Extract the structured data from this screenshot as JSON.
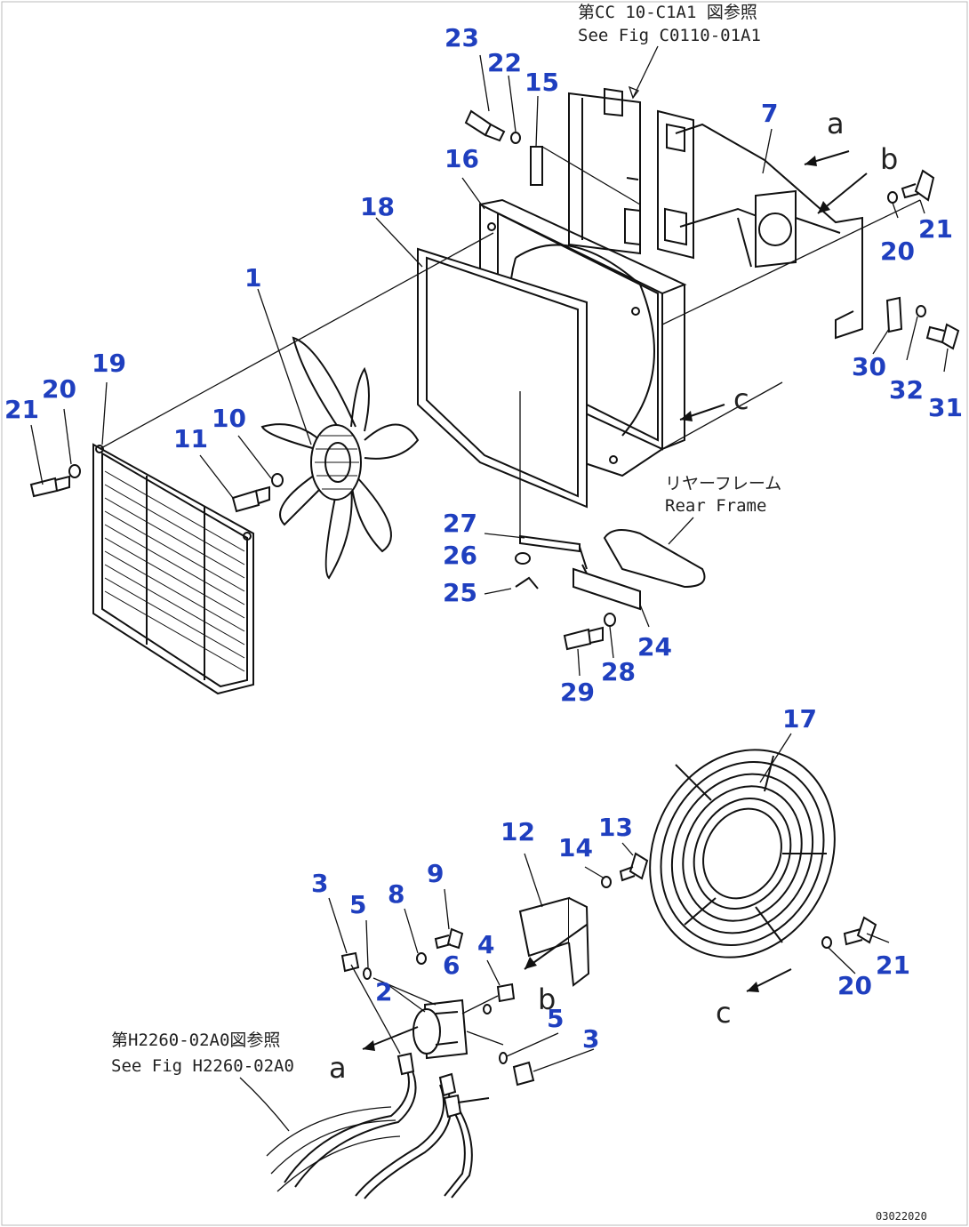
{
  "callouts": {
    "c1": "1",
    "c2": "2",
    "c3a": "3",
    "c3b": "3",
    "c4": "4",
    "c5a": "5",
    "c5b": "5",
    "c6": "6",
    "c7": "7",
    "c8": "8",
    "c9": "9",
    "c10": "10",
    "c11": "11",
    "c12": "12",
    "c13": "13",
    "c14": "14",
    "c15": "15",
    "c16": "16",
    "c17": "17",
    "c18": "18",
    "c19": "19",
    "c20a": "20",
    "c20b": "20",
    "c20c": "20",
    "c21a": "21",
    "c21b": "21",
    "c21c": "21",
    "c22": "22",
    "c23": "23",
    "c24": "24",
    "c25": "25",
    "c26": "26",
    "c27": "27",
    "c28": "28",
    "c29": "29",
    "c30": "30",
    "c31": "31",
    "c32": "32"
  },
  "notes": {
    "top_ref_jp": "第CC 10-C1A1 図参照",
    "top_ref_en": "See Fig C0110-01A1",
    "rear_frame_jp": "リヤーフレーム",
    "rear_frame_en": "Rear Frame",
    "bottom_ref_jp": "第H2260-02A0図参照",
    "bottom_ref_en": "See Fig H2260-02A0"
  },
  "arrow_letters": {
    "a_top": "a",
    "b_top": "b",
    "c_mid": "c",
    "b_bottom": "b",
    "a_bottom": "a",
    "c_bottom": "c"
  },
  "drawing_code": "03022020",
  "colors": {
    "callout": "#1f3fbf",
    "line": "#111111"
  }
}
